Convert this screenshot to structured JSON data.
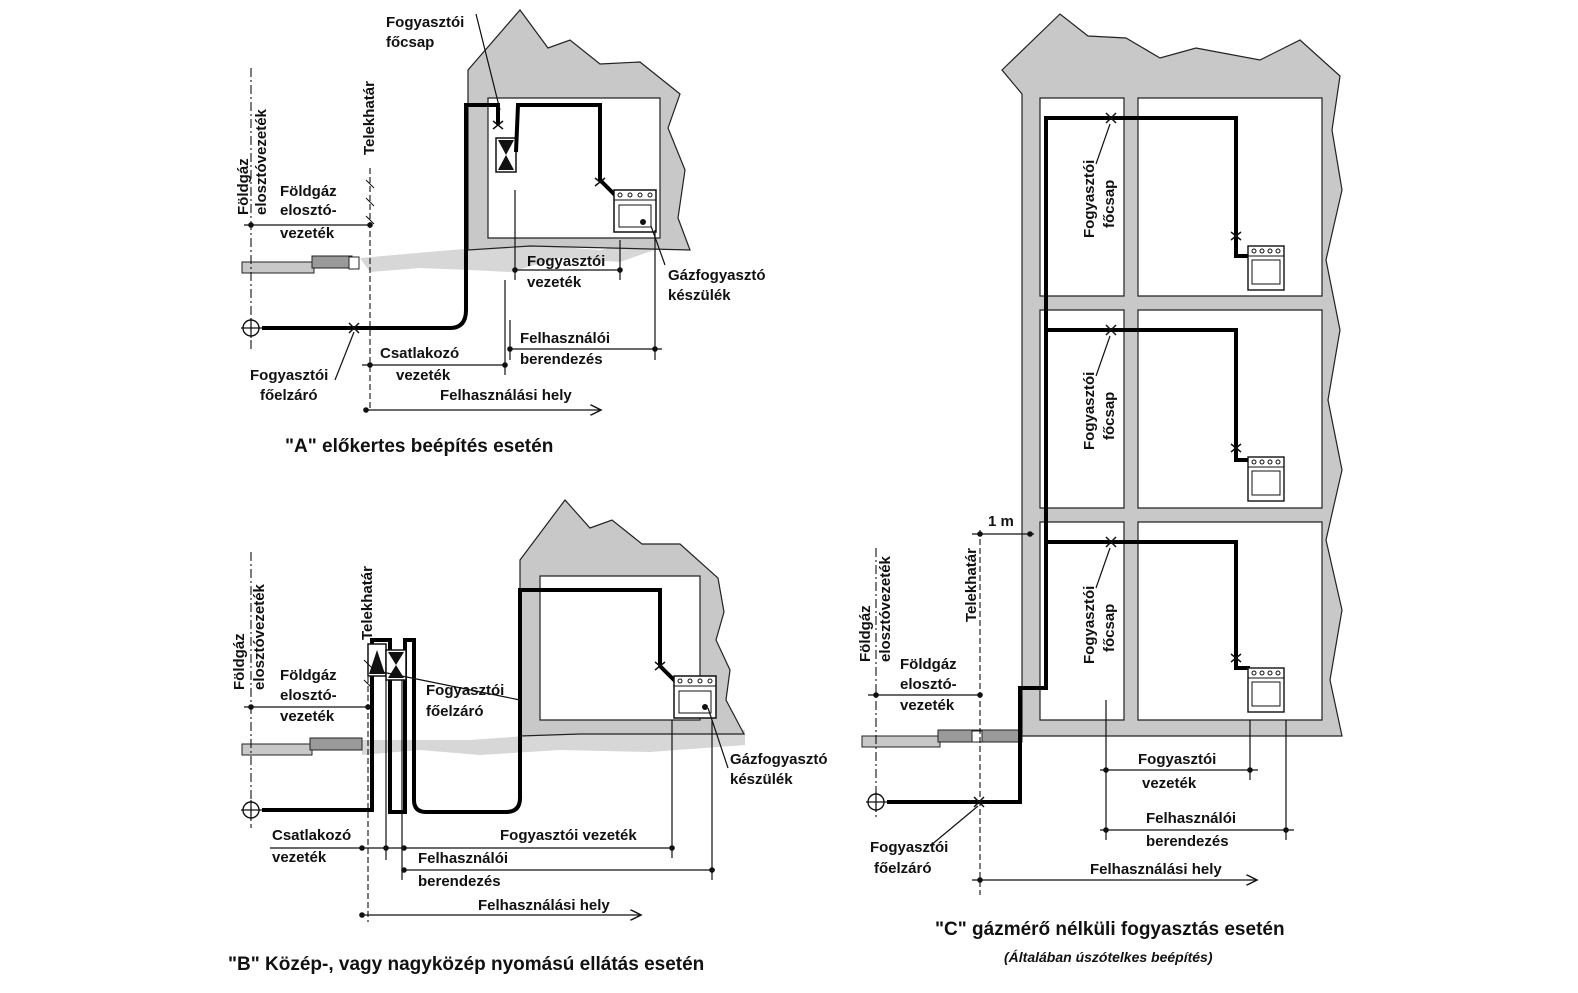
{
  "colors": {
    "wall": "#c8c8c8",
    "ground": "#d7d7d7",
    "ink": "#111111",
    "pipe": "#000000"
  },
  "panel_a": {
    "caption": "\"A\" előkertes beépítés esetén",
    "main_vertical_1": "Földgáz",
    "main_vertical_2": "elosztóvezeték",
    "plot_border": "Telekhatár",
    "dist_1": "Földgáz",
    "dist_2": "elosztó-",
    "dist_3": "vezeték",
    "meter_tap_1": "Fogyasztói",
    "meter_tap_2": "főcsap",
    "consumer_pipe_1": "Fogyasztói",
    "consumer_pipe_2": "vezeték",
    "appliance_1": "Gázfogyasztó",
    "appliance_2": "készülék",
    "user_install_1": "Felhasználói",
    "user_install_2": "berendezés",
    "connection_1": "Csatlakozó",
    "connection_2": "vezeték",
    "shutoff_1": "Fogyasztói",
    "shutoff_2": "főelzáró",
    "usage_place": "Felhasználási hely"
  },
  "panel_b": {
    "caption": "\"B\" Közép-, vagy nagyközép nyomású ellátás esetén",
    "main_vertical_1": "Földgáz",
    "main_vertical_2": "elosztóvezeték",
    "plot_border": "Telekhatár",
    "dist_1": "Földgáz",
    "dist_2": "elosztó-",
    "dist_3": "vezeték",
    "shutoff_1": "Fogyasztói",
    "shutoff_2": "főelzáró",
    "appliance_1": "Gázfogyasztó",
    "appliance_2": "készülék",
    "connection_1": "Csatlakozó",
    "connection_2": "vezeték",
    "consumer_pipe": "Fogyasztói vezeték",
    "user_install_1": "Felhasználói",
    "user_install_2": "berendezés",
    "usage_place": "Felhasználási hely"
  },
  "panel_c": {
    "caption": "\"C\" gázmérő nélküli fogyasztás esetén",
    "subcaption": "(Általában úszótelkes beépítés)",
    "tap_1": "Fogyasztói",
    "tap_2": "főcsap",
    "distance": "1 m",
    "plot_border": "Telekhatár",
    "main_vertical_1": "Földgáz",
    "main_vertical_2": "elosztóvezeték",
    "dist_1": "Földgáz",
    "dist_2": "elosztó-",
    "dist_3": "vezeték",
    "consumer_pipe_1": "Fogyasztói",
    "consumer_pipe_2": "vezeték",
    "user_install_1": "Felhasználói",
    "user_install_2": "berendezés",
    "shutoff_1": "Fogyasztói",
    "shutoff_2": "főelzáró",
    "usage_place": "Felhasználási hely"
  }
}
